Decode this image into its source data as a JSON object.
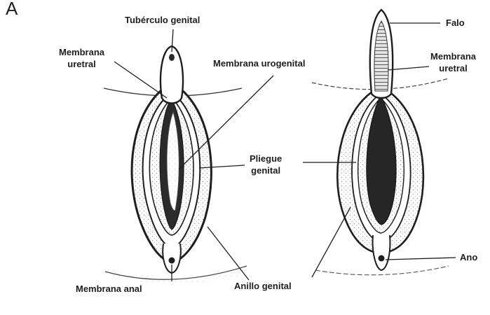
{
  "panel_letter": "A",
  "left_figure": {
    "labels": {
      "genital_tubercle": "Tubérculo genital",
      "urethral_membrane_line1": "Membrana",
      "urethral_membrane_line2": "uretral",
      "urogenital_membrane": "Membrana urogenital",
      "genital_fold_line1": "Pliegue",
      "genital_fold_line2": "genital",
      "anal_membrane": "Membrana anal",
      "genital_ring": "Anillo genital"
    }
  },
  "right_figure": {
    "labels": {
      "phallus": "Falo",
      "urethral_membrane_line1": "Membrana",
      "urethral_membrane_line2": "uretral",
      "anus": "Ano"
    }
  },
  "colors": {
    "ink": "#1e1e1e",
    "dark_fill": "#2b2b2b",
    "stipple": "#b8b8b8",
    "light_fill": "#f2f2f2"
  }
}
